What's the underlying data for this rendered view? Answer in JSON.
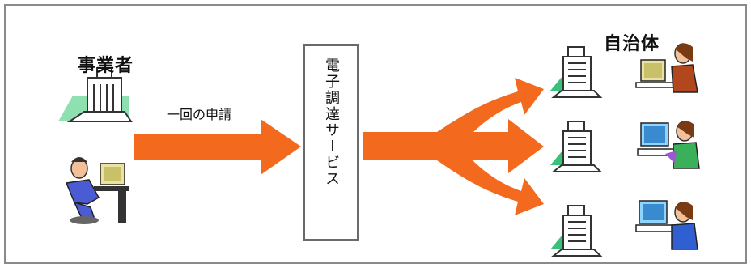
{
  "left_title": "事業者",
  "right_title": "自治体",
  "arrow_label": "一回の申請",
  "hub_label": "電子調達サービス",
  "colors": {
    "arrow": "#f36a1f",
    "frame": "#8a8a8a",
    "hub_border": "#6a6a6a",
    "building_accent": "#39c07a"
  }
}
